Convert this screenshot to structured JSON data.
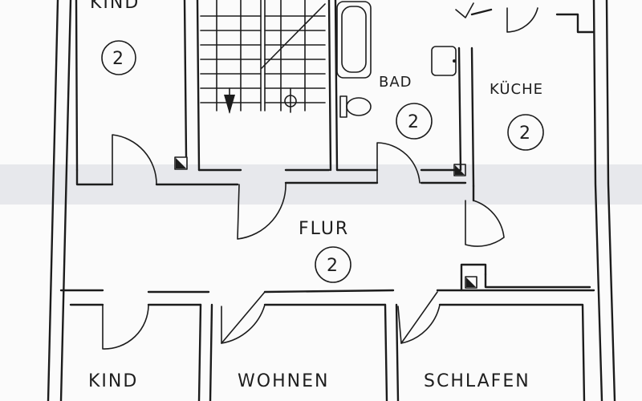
{
  "rooms": [
    {
      "id": "kind-top",
      "label": "KIND",
      "number": "2"
    },
    {
      "id": "bad",
      "label": "BAD",
      "number": "2"
    },
    {
      "id": "kueche",
      "label": "KÜCHE",
      "number": "2"
    },
    {
      "id": "flur",
      "label": "FLUR",
      "number": "2"
    },
    {
      "id": "kind-bottom",
      "label": "KIND",
      "number": ""
    },
    {
      "id": "wohnen",
      "label": "WOHNEN",
      "number": ""
    },
    {
      "id": "schlafen",
      "label": "SCHLAFEN",
      "number": ""
    }
  ]
}
